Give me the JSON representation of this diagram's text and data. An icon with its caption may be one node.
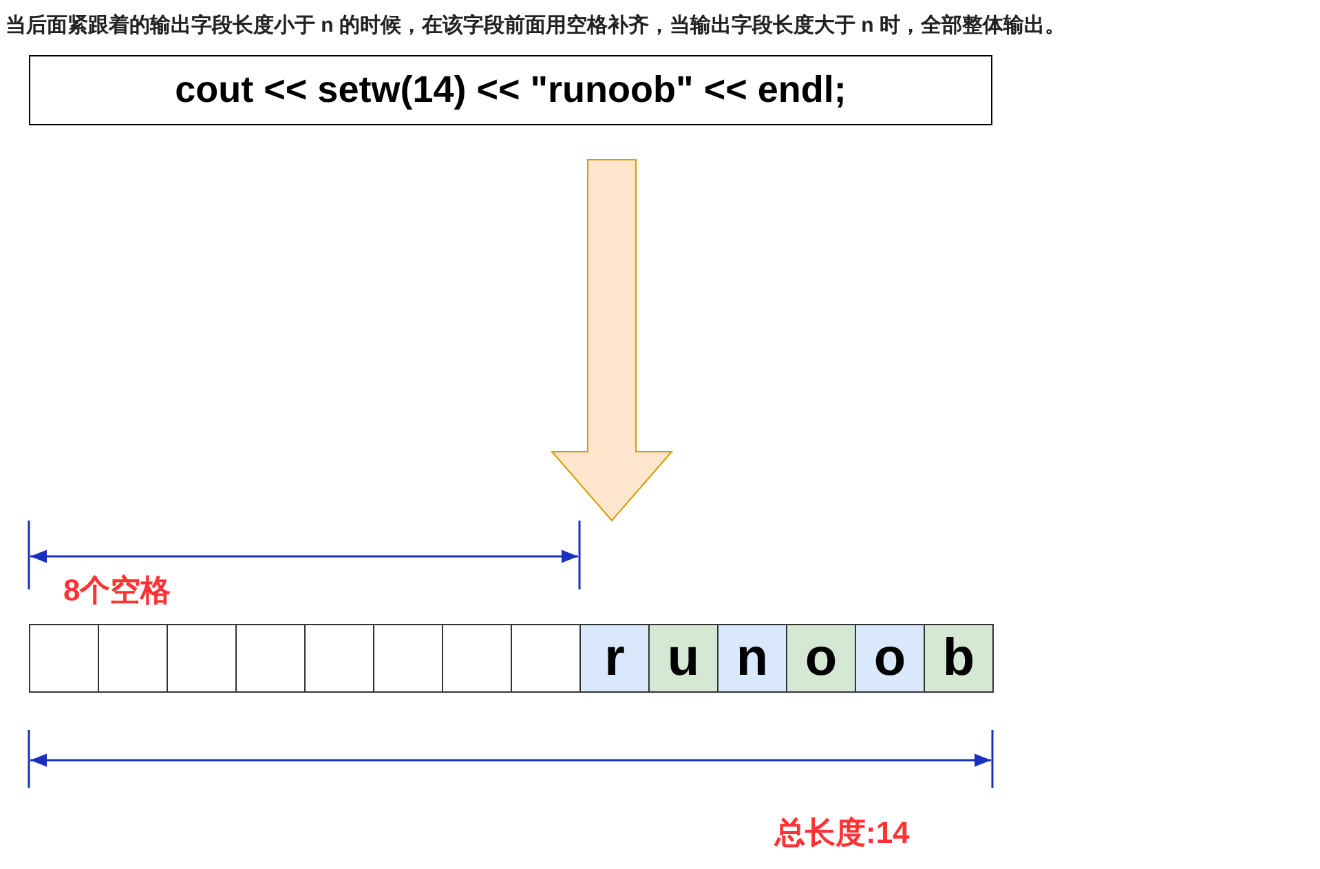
{
  "diagram": {
    "title": "当后面紧跟着的输出字段长度小于 n 的时候，在该字段前面用空格补齐，当输出字段长度大于 n 时，全部整体输出。",
    "nodes": [
      {
        "text": [
          "cout << setw(14) << \"runoob\" << endl;"
        ]
      },
      {
        "text": [],
        "shape": "bar"
      },
      {
        "text": [],
        "shape": "box",
        "in": 1
      },
      {
        "text": [],
        "shape": "box",
        "in": 1
      },
      {
        "text": [],
        "shape": "box",
        "in": 1
      },
      {
        "text": [],
        "shape": "box",
        "in": 1
      },
      {
        "text": [],
        "shape": "box",
        "in": 1
      },
      {
        "text": [],
        "shape": "box",
        "in": 1
      },
      {
        "text": [],
        "shape": "box",
        "in": 1
      },
      {
        "text": [],
        "shape": "box",
        "in": 1
      },
      {
        "text": [
          "r"
        ],
        "in": 1
      },
      {
        "text": [
          "u"
        ],
        "in": 1
      },
      {
        "text": [
          "n"
        ],
        "in": 1
      },
      {
        "text": [
          "o"
        ],
        "in": 1
      },
      {
        "text": [
          "o"
        ],
        "in": 1
      },
      {
        "text": [
          "b"
        ],
        "in": 1
      }
    ],
    "edges": [
      {
        "from": 0,
        "to": 1,
        "arrow": "to",
        "style": "thick",
        "color": "#ffe6cc"
      }
    ],
    "labels": [
      "8个空格",
      "总长度:14"
    ]
  }
}
